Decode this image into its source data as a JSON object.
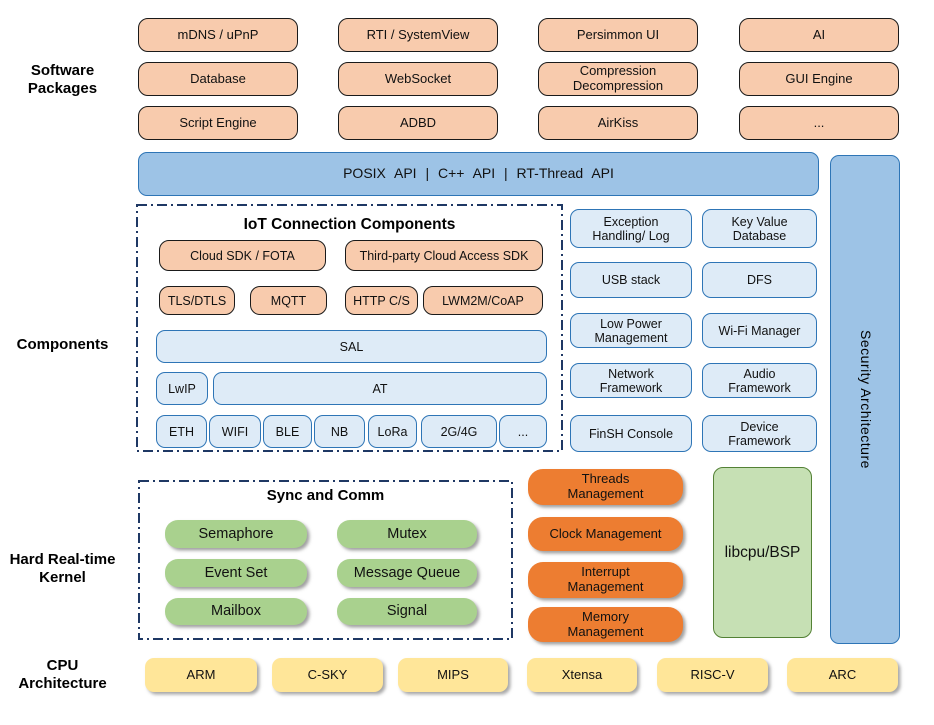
{
  "sidebar_labels": {
    "software_packages": "Software\nPackages",
    "components": "Components",
    "kernel": "Hard Real-time\nKernel",
    "cpu_architecture": "CPU\nArchitecture"
  },
  "software_packages": {
    "boxes": [
      "mDNS / uPnP",
      "RTI / SystemView",
      "Persimmon UI",
      "AI",
      "Database",
      "WebSocket",
      "Compression\nDecompression",
      "GUI Engine",
      "Script Engine",
      "ADBD",
      "AirKiss",
      "..."
    ]
  },
  "api_bar": {
    "label": "POSIX API | C++ API | RT-Thread API"
  },
  "security_bar": {
    "label": "Security Architecture"
  },
  "iot_components": {
    "title": "IoT Connection Components",
    "cloud_sdk": "Cloud SDK / FOTA",
    "third_party_sdk": "Third-party Cloud Access SDK",
    "protocols": [
      "TLS/DTLS",
      "MQTT",
      "HTTP C/S",
      "LWM2M/CoAP"
    ],
    "sal": "SAL",
    "lwip": "LwIP",
    "at": "AT",
    "links": [
      "ETH",
      "WIFI",
      "BLE",
      "NB",
      "LoRa",
      "2G/4G",
      "..."
    ]
  },
  "service_components": {
    "boxes": [
      "Exception\nHandling/ Log",
      "Key Value\nDatabase",
      "USB stack",
      "DFS",
      "Low Power\nManagement",
      "Wi-Fi Manager",
      "Network\nFramework",
      "Audio\nFramework",
      "FinSH Console",
      "Device\nFramework"
    ]
  },
  "kernel": {
    "sync_comm_title": "Sync and Comm",
    "sync_comm": [
      "Semaphore",
      "Mutex",
      "Event Set",
      "Message Queue",
      "Mailbox",
      "Signal"
    ],
    "management": [
      "Threads\nManagement",
      "Clock Management",
      "Interrupt\nManagement",
      "Memory\nManagement"
    ],
    "libcpu": "libcpu/BSP"
  },
  "cpu": {
    "boxes": [
      "ARM",
      "C-SKY",
      "MIPS",
      "Xtensa",
      "RISC-V",
      "ARC"
    ]
  },
  "colors": {
    "peach_fill": "#F8CBAD",
    "peach_border": "#1a1a1a",
    "blue_fill": "#9DC3E6",
    "blue_border": "#2E75B6",
    "lightblue_fill": "#DEEBF7",
    "green_fill": "#A9D18E",
    "lightgreen_fill": "#C6E0B4",
    "green_border": "#538135",
    "orange_fill": "#ED7D31",
    "yellow_fill": "#FFE699",
    "dash_border": "#1F3864"
  }
}
